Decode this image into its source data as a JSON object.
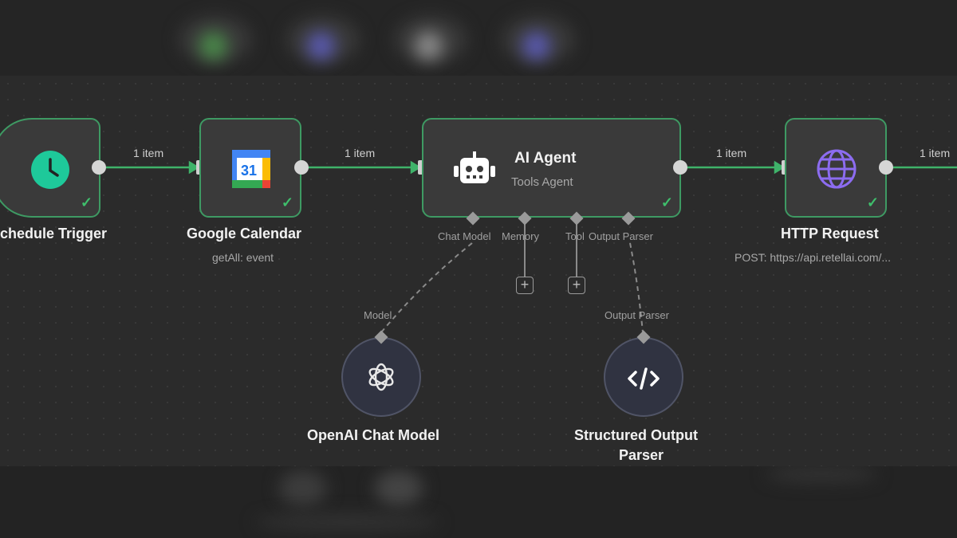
{
  "nodes": {
    "schedule": {
      "label": "chedule Trigger",
      "icon": "clock-icon",
      "color": "#1ec99a"
    },
    "calendar": {
      "label": "Google Calendar",
      "subtitle": "getAll: event",
      "icon": "google-calendar-icon",
      "day": "31"
    },
    "agent": {
      "label": "AI Agent",
      "subtitle": "Tools Agent",
      "icon": "robot-icon"
    },
    "http": {
      "label": "HTTP Request",
      "subtitle": "POST: https://api.retellai.com/...",
      "icon": "globe-icon",
      "color": "#8c6cf0"
    },
    "openai": {
      "label": "OpenAI Chat Model",
      "icon": "openai-icon"
    },
    "parser": {
      "label": "Structured Output Parser",
      "label_line1": "Structured Output",
      "label_line2": "Parser",
      "icon": "code-icon"
    }
  },
  "edges": {
    "e1": "1 item",
    "e2": "1 item",
    "e3": "1 item",
    "e4": "1 item"
  },
  "agent_ports": {
    "chat_model": "Chat Model",
    "memory": "Memory",
    "tool": "Tool",
    "output_parser": "Output Parser"
  },
  "sub_ports": {
    "model": "Model",
    "output_parser": "Output Parser"
  },
  "colors": {
    "accent_green": "#3e9a63",
    "check": "#3fbf6c"
  }
}
